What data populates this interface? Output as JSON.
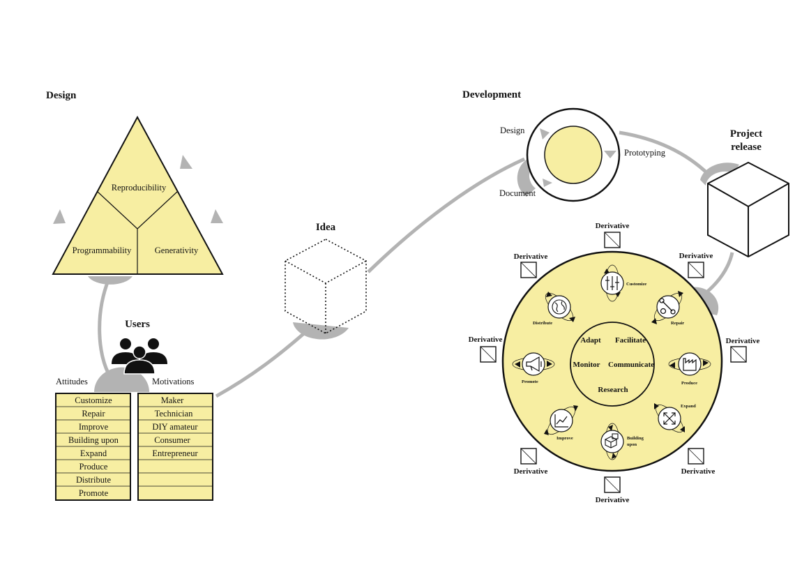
{
  "design": {
    "title": "Design",
    "triangle": {
      "top": "Reproducibility",
      "left": "Programmability",
      "right": "Generativity"
    }
  },
  "users": {
    "title": "Users",
    "attitudes_label": "Attitudes",
    "motivations_label": "Motivations",
    "attitudes": [
      "Customize",
      "Repair",
      "Improve",
      "Building upon",
      "Expand",
      "Produce",
      "Distribute",
      "Promote"
    ],
    "motivations": [
      "Maker",
      "Technician",
      "DIY amateur",
      "Consumer",
      "Entrepreneur",
      "",
      "",
      ""
    ]
  },
  "idea": {
    "title": "Idea"
  },
  "development": {
    "title": "Development",
    "stages": {
      "design": "Design",
      "prototyping": "Prototyping",
      "document": "Document"
    }
  },
  "release": {
    "title_line1": "Project",
    "title_line2": "release"
  },
  "wheel": {
    "center": {
      "adapt": "Adapt",
      "facilitate": "Facilitate",
      "monitor": "Monitor",
      "communicate": "Communicate",
      "research": "Research"
    },
    "actions": {
      "customize": "Customize",
      "repair": "Repair",
      "produce": "Produce",
      "expand": "Expand",
      "building_upon_1": "Building",
      "building_upon_2": "upon",
      "improve": "Improve",
      "promote": "Promote",
      "distribute": "Distribute"
    },
    "derivative_label": "Derivative"
  },
  "icons": {
    "users": "users-group-icon",
    "customize": "sliders-icon",
    "repair": "wrench-gear-icon",
    "produce": "factory-icon",
    "expand": "expand-arrows-icon",
    "building_upon": "blocks-icon",
    "improve": "line-chart-icon",
    "promote": "megaphone-icon",
    "distribute": "globe-icon",
    "idea": "dotted-cube-icon",
    "release": "cube-icon"
  },
  "colors": {
    "fill": "#f7eea2",
    "connector": "#b3b3b3",
    "stroke": "#111111"
  }
}
